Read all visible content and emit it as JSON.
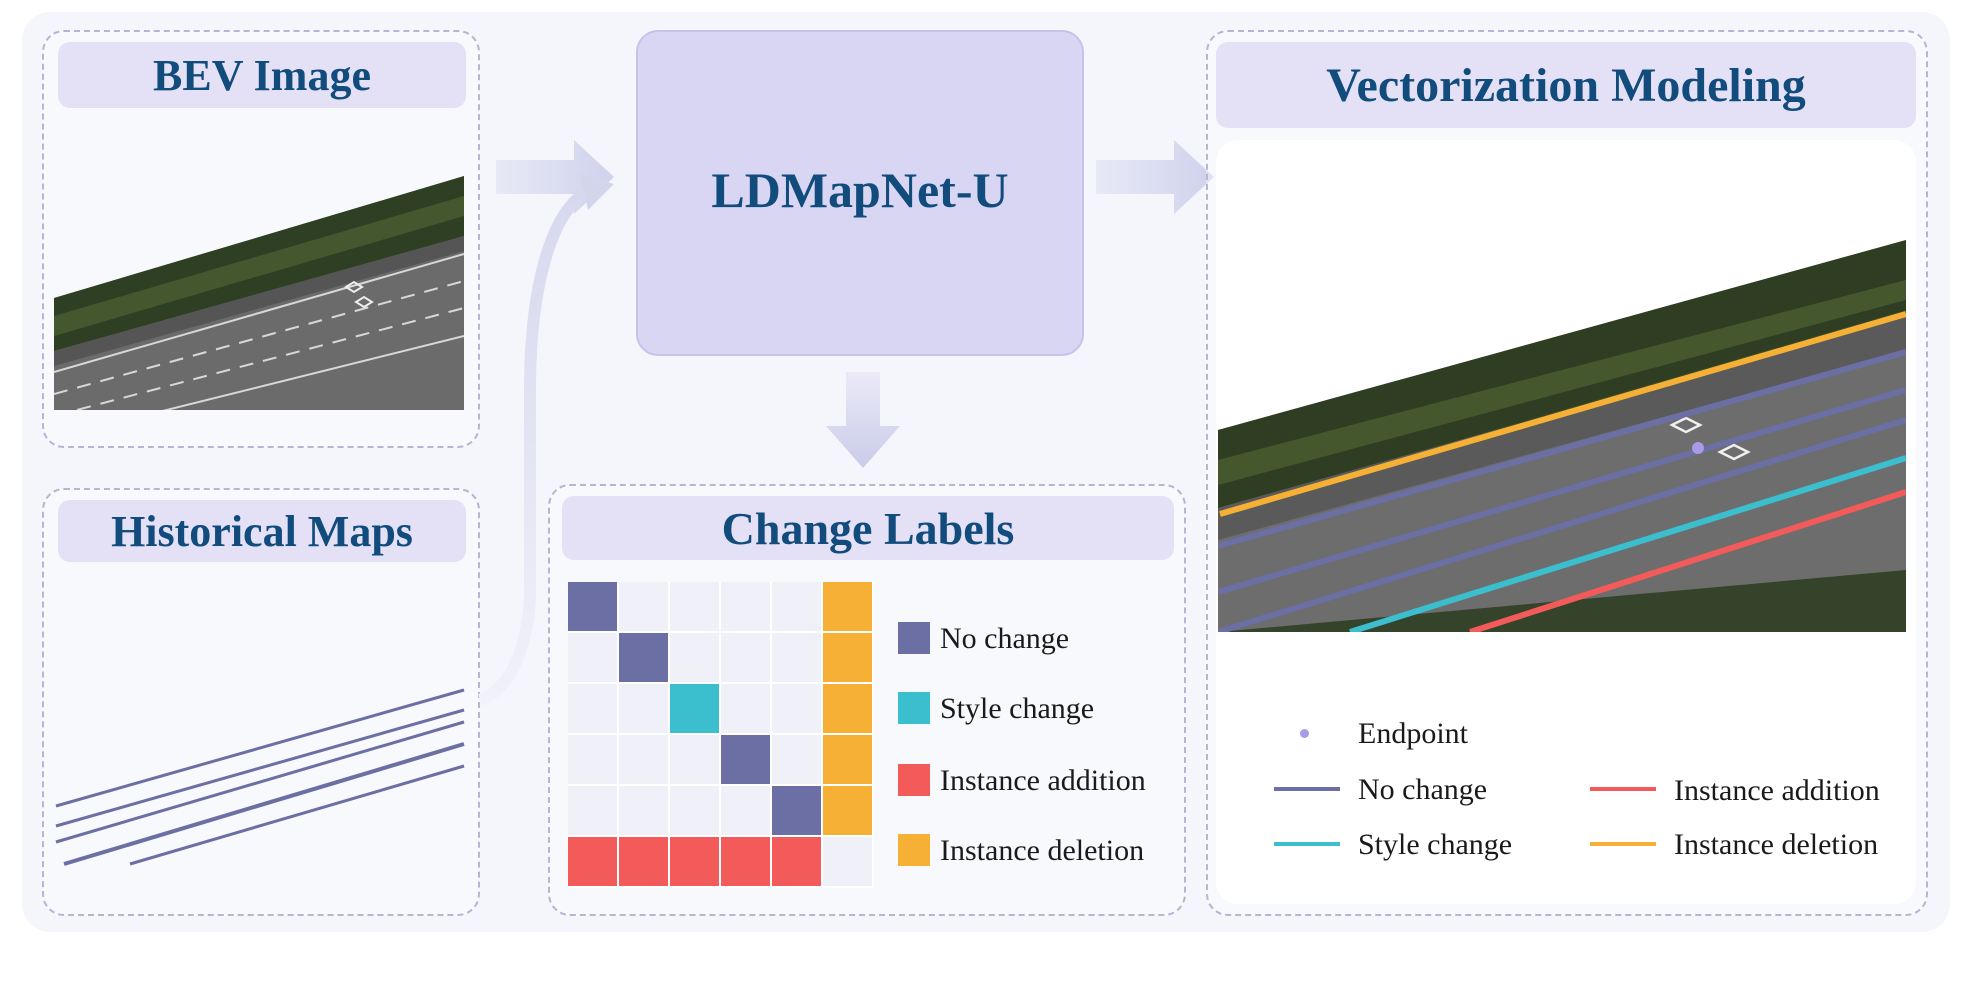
{
  "panels": {
    "bev": {
      "title": "BEV Image"
    },
    "historical": {
      "title": "Historical Maps"
    },
    "model": {
      "title": "LDMapNet-U"
    },
    "change": {
      "title": "Change Labels"
    },
    "vector": {
      "title": "Vectorization Modeling"
    }
  },
  "change_matrix": {
    "rows": [
      [
        "no_change",
        "empty",
        "empty",
        "empty",
        "empty",
        "instance_deletion"
      ],
      [
        "empty",
        "no_change",
        "empty",
        "empty",
        "empty",
        "instance_deletion"
      ],
      [
        "empty",
        "empty",
        "style_change",
        "empty",
        "empty",
        "instance_deletion"
      ],
      [
        "empty",
        "empty",
        "empty",
        "no_change",
        "empty",
        "instance_deletion"
      ],
      [
        "empty",
        "empty",
        "empty",
        "empty",
        "no_change",
        "instance_deletion"
      ],
      [
        "instance_addition",
        "instance_addition",
        "instance_addition",
        "instance_addition",
        "instance_addition",
        "empty"
      ]
    ],
    "colors": {
      "no_change": "#6b6fa3",
      "style_change": "#3bbfcf",
      "instance_addition": "#f35b5b",
      "instance_deletion": "#f5b035",
      "empty": "#f0f1f8"
    },
    "legend": [
      {
        "label": "No change",
        "color": "#6b6fa3"
      },
      {
        "label": "Style change",
        "color": "#3bbfcf"
      },
      {
        "label": "Instance addition",
        "color": "#f35b5b"
      },
      {
        "label": "Instance deletion",
        "color": "#f5b035"
      }
    ]
  },
  "vector_legend": {
    "endpoint": {
      "label": "Endpoint",
      "color": "#a99ae6"
    },
    "no_change": {
      "label": "No change",
      "color": "#6b6fa3"
    },
    "style_change": {
      "label": "Style change",
      "color": "#3bbfcf"
    },
    "instance_addition": {
      "label": "Instance addition",
      "color": "#f35b5b"
    },
    "instance_deletion": {
      "label": "Instance deletion",
      "color": "#f5b035"
    }
  }
}
